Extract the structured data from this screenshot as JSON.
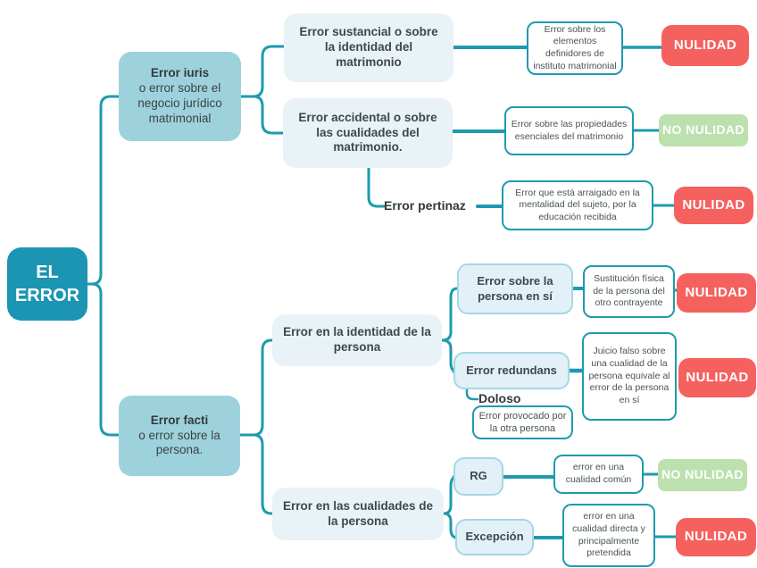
{
  "diagram": {
    "root": {
      "label": "EL ERROR"
    },
    "branch_iuris": {
      "title": "Error iuris",
      "subtitle": "o error sobre el negocio jurídico matrimonial"
    },
    "branch_facti": {
      "title": "Error facti",
      "subtitle": "o error sobre la persona."
    },
    "sustancial": {
      "label": "Error sustancial o sobre la identidad del matrimonio"
    },
    "accidental": {
      "label": "Error accidental o sobre las cualidades del matrimonio."
    },
    "pertinaz": {
      "label": "Error pertinaz"
    },
    "identidad": {
      "label": "Error en la identidad de la persona"
    },
    "cualidades": {
      "label": "Error en las cualidades de la persona"
    },
    "persona_en_si": {
      "label": "Error sobre la persona en sí"
    },
    "redundans": {
      "label": "Error redundans"
    },
    "doloso": {
      "label": "Doloso"
    },
    "provocado": {
      "label": "Error provocado por la otra persona"
    },
    "rg": {
      "label": "RG"
    },
    "excepcion": {
      "label": "Excepción"
    },
    "desc_sustancial": {
      "label": "Error sobre los elementos definidores de instituto matrimonial"
    },
    "desc_accidental": {
      "label": "Error sobre las propiedades esenciales del matrimonio"
    },
    "desc_pertinaz": {
      "label": "Error que está arraigado en la mentalidad del sujeto, por la educación recibida"
    },
    "desc_persona": {
      "label": "Sustitución física de la persona del otro contrayente"
    },
    "desc_redundans": {
      "label": "Juicio falso sobre una cualidad de la persona equivale al error de la persona en sí"
    },
    "desc_rg": {
      "label": "error en una cualidad común"
    },
    "desc_excepcion": {
      "label": "error en una cualidad directa y principalmente pretendida"
    },
    "outcomes": {
      "sustancial": "NULIDAD",
      "accidental": "NO NULIDAD",
      "pertinaz": "NULIDAD",
      "persona": "NULIDAD",
      "redundans": "NULIDAD",
      "rg": "NO NULIDAD",
      "excepcion": "NULIDAD"
    },
    "colors": {
      "connector_teal": "#1e9ab0",
      "root_fill": "#1b95b1",
      "branch_fill": "#9dd2dc",
      "node_fill": "#e9f2f6",
      "subnode_fill": "#e2f1f7",
      "subnode_border": "#a5d7e3",
      "desc_border": "#1e9ab0",
      "nulidad_fill": "#f5615e",
      "no_nulidad_fill": "#bce0ae"
    }
  }
}
